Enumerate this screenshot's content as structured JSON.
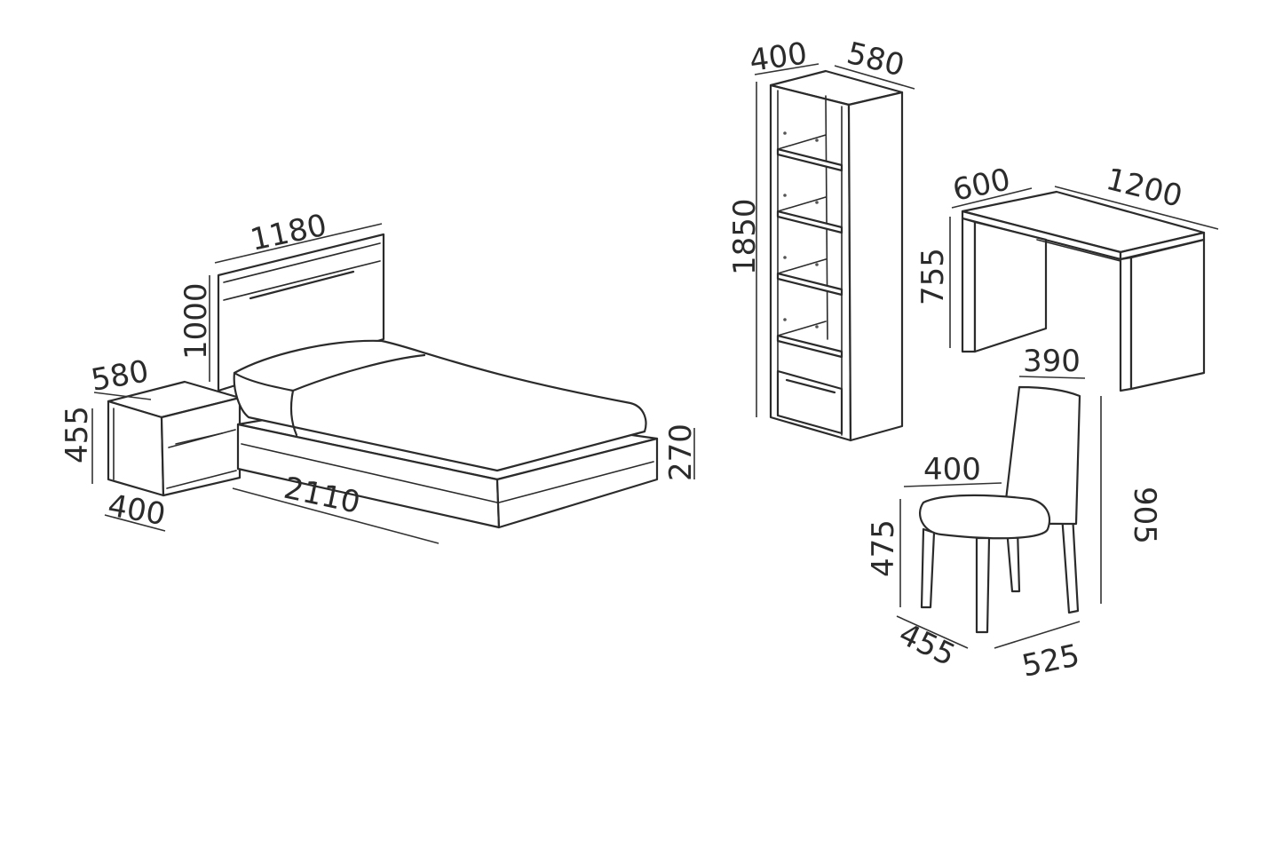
{
  "furniture": {
    "nightstand": {
      "width": "580",
      "height": "455",
      "depth": "400"
    },
    "bed": {
      "width": "1180",
      "headboard_height": "1000",
      "length": "2110",
      "base_height": "270"
    },
    "bookcase": {
      "width": "400",
      "depth": "580",
      "height": "1850"
    },
    "desk": {
      "depth": "600",
      "width": "1200",
      "height": "755"
    },
    "chair": {
      "back_width": "390",
      "seat_width": "400",
      "seat_height": "475",
      "total_height": "905",
      "depth": "455",
      "width": "525"
    }
  },
  "colors": {
    "line": "#2b2b2b",
    "background": "#ffffff"
  }
}
